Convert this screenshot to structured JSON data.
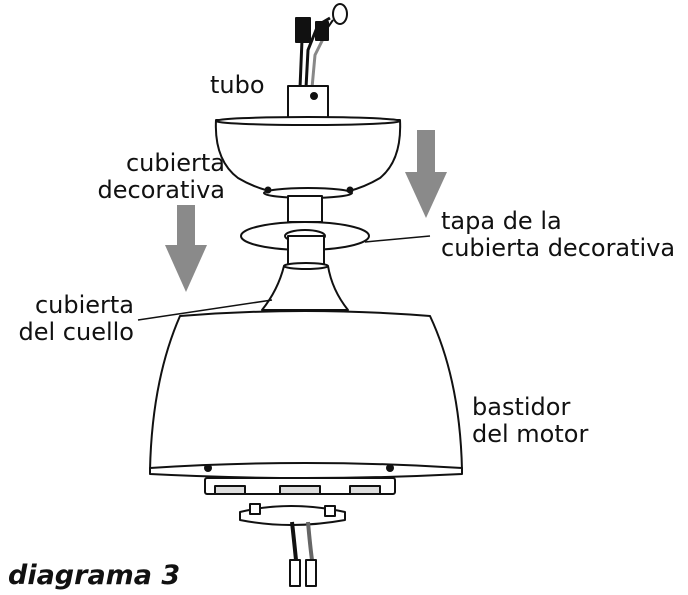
{
  "labels": {
    "tubo": "tubo",
    "cubierta_decorativa": [
      "cubierta",
      "decorativa"
    ],
    "tapa": [
      "tapa de la",
      "cubierta decorativa"
    ],
    "cubierta_cuello": [
      "cubierta",
      "del cuello"
    ],
    "bastidor": [
      "bastidor",
      "del motor"
    ]
  },
  "caption": "diagrama 3",
  "colors": {
    "arrow": "#8a8a8a",
    "line": "#111111",
    "fill": "#ffffff"
  },
  "icons": [
    "down-arrow-icon",
    "down-arrow-icon"
  ]
}
